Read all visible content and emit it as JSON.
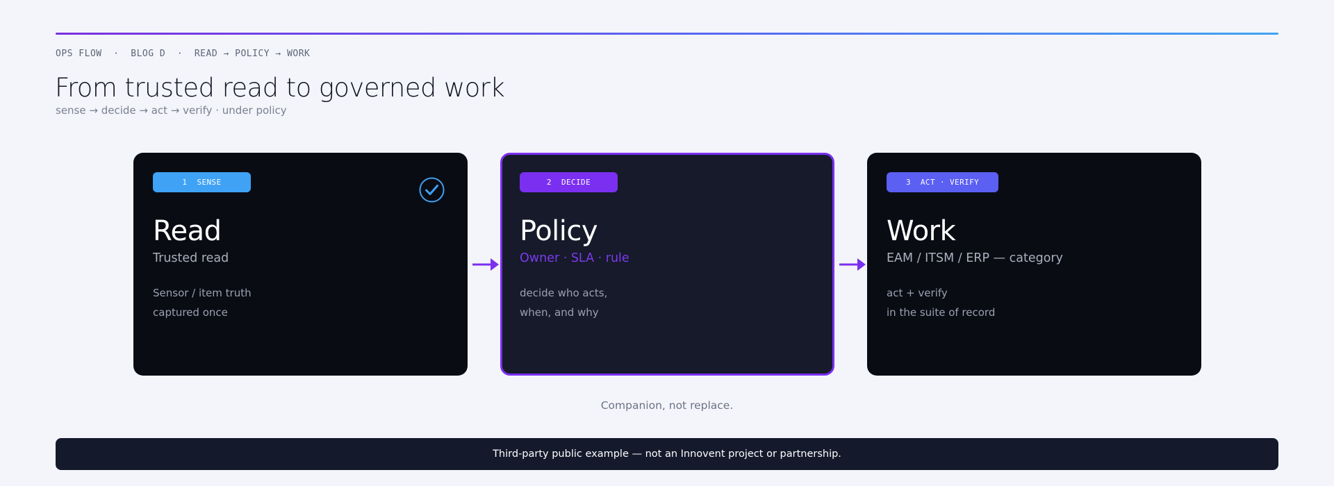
{
  "header": {
    "eyebrow": "OPS FLOW  ·  BLOG D  ·  READ → POLICY → WORK",
    "title": "From trusted read to governed work",
    "subtitle": "sense → decide → act → verify  ·  under policy"
  },
  "cards": [
    {
      "badge": "1  SENSE",
      "title": "Read",
      "subtitle": "Trusted read",
      "body_line1": "Sensor / item truth",
      "body_line2": "captured once",
      "icon": "check-circle-icon",
      "accent": "#3fa2f5"
    },
    {
      "badge": "2  DECIDE",
      "title": "Policy",
      "subtitle": "Owner · SLA · rule",
      "body_line1": "decide who acts,",
      "body_line2": "when, and why",
      "accent": "#7b2ff0"
    },
    {
      "badge": "3  ACT · VERIFY",
      "title": "Work",
      "subtitle": "EAM / ITSM / ERP — category",
      "body_line1": "act + verify",
      "body_line2": "in the suite of record",
      "accent": "#5b5ff2"
    }
  ],
  "note": "Companion, not replace.",
  "footer": {
    "disclaimer": "Third-party public example — not an Innovent project or partnership."
  },
  "colors": {
    "background": "#f3f5fa",
    "card_dark": "#0a0c13",
    "card_highlight": "#161a2a",
    "purple": "#7b2ff0",
    "blue": "#3fa2f5",
    "banner": "#141a2c"
  }
}
